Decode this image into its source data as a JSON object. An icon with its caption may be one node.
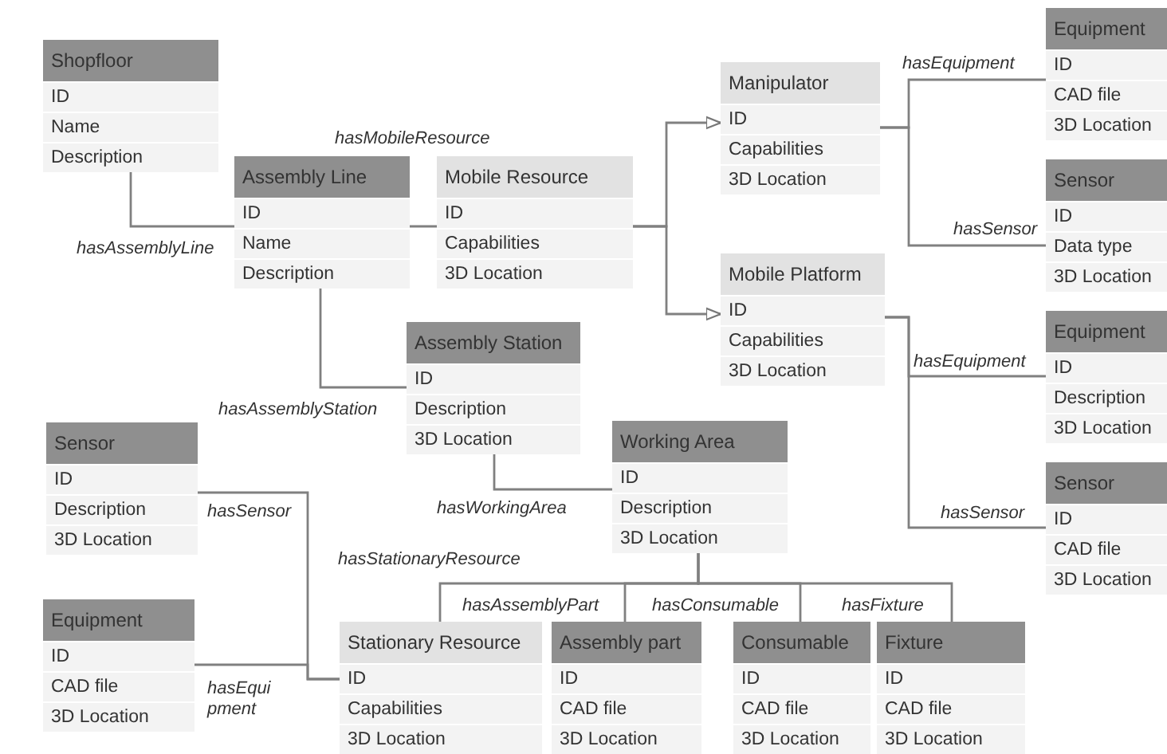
{
  "diagram": {
    "nodes": [
      {
        "text": [
          "Shopfloor",
          "ID",
          "Name",
          "Description"
        ]
      },
      {
        "text": [
          "Assembly Line",
          "ID",
          "Name",
          "Description"
        ]
      },
      {
        "text": [
          "Mobile Resource",
          "ID",
          "Capabilities",
          "3D Location"
        ]
      },
      {
        "text": [
          "Manipulator",
          "ID",
          "Capabilities",
          "3D Location"
        ]
      },
      {
        "text": [
          "Mobile Platform",
          "ID",
          "Capabilities",
          "3D Location"
        ]
      },
      {
        "text": [
          "Equipment",
          "ID",
          "CAD file",
          "3D Location"
        ]
      },
      {
        "text": [
          "Sensor",
          "ID",
          "Data type",
          "3D Location"
        ]
      },
      {
        "text": [
          "Equipment",
          "ID",
          "Description",
          "3D Location"
        ]
      },
      {
        "text": [
          "Sensor",
          "ID",
          "CAD file",
          "3D Location"
        ]
      },
      {
        "text": [
          "Assembly Station",
          "ID",
          "Description",
          "3D Location"
        ]
      },
      {
        "text": [
          "Working Area",
          "ID",
          "Description",
          "3D Location"
        ]
      },
      {
        "text": [
          "Sensor",
          "ID",
          "Description",
          "3D Location"
        ]
      },
      {
        "text": [
          "Equipment",
          "ID",
          "CAD file",
          "3D Location"
        ]
      },
      {
        "text": [
          "Stationary Resource",
          "ID",
          "Capabilities",
          "3D Location"
        ]
      },
      {
        "text": [
          "Assembly part",
          "ID",
          "CAD file",
          "3D Location"
        ]
      },
      {
        "text": [
          "Consumable",
          "ID",
          "CAD file",
          "3D Location"
        ]
      },
      {
        "text": [
          "Fixture",
          "ID",
          "CAD file",
          "3D Location"
        ]
      }
    ],
    "edges": [
      {
        "from": 0,
        "to": 1,
        "arrow": "none",
        "label": "hasAssemblyLine"
      },
      {
        "from": 1,
        "to": 2,
        "arrow": "none",
        "label": "hasMobileResource"
      },
      {
        "from": 1,
        "to": 9,
        "arrow": "none",
        "label": "hasAssemblyStation"
      },
      {
        "from": 2,
        "to": 3,
        "arrow": "to"
      },
      {
        "from": 2,
        "to": 4,
        "arrow": "to"
      },
      {
        "from": 3,
        "to": 5,
        "arrow": "none",
        "label": "hasEquipment"
      },
      {
        "from": 3,
        "to": 6,
        "arrow": "none",
        "label": "hasSensor"
      },
      {
        "from": 4,
        "to": 7,
        "arrow": "none",
        "label": "hasEquipment"
      },
      {
        "from": 4,
        "to": 8,
        "arrow": "none",
        "label": "hasSensor"
      },
      {
        "from": 9,
        "to": 10,
        "arrow": "none",
        "label": "hasWorkingArea"
      },
      {
        "from": 10,
        "to": 13,
        "arrow": "none",
        "label": "hasStationaryResource"
      },
      {
        "from": 10,
        "to": 14,
        "arrow": "none",
        "label": "hasAssemblyPart"
      },
      {
        "from": 10,
        "to": 15,
        "arrow": "none",
        "label": "hasConsumable"
      },
      {
        "from": 10,
        "to": 16,
        "arrow": "none",
        "label": "hasFixture"
      },
      {
        "from": 11,
        "to": 13,
        "arrow": "none",
        "label": "hasSensor"
      },
      {
        "from": 12,
        "to": 13,
        "arrow": "none",
        "label": "hasEqui pment"
      }
    ]
  }
}
